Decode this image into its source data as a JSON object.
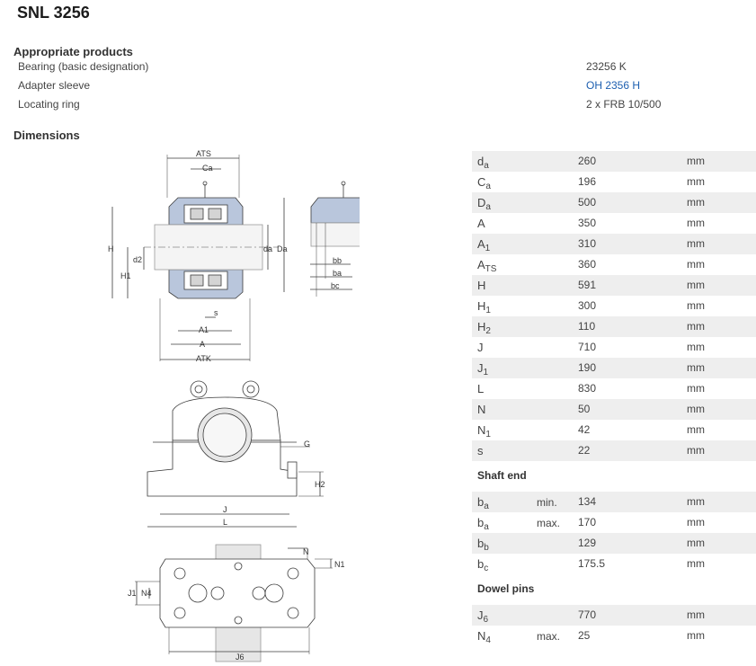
{
  "title": "SNL 3256",
  "appropriate_products": {
    "heading": "Appropriate products",
    "rows": [
      {
        "label": "Bearing (basic designation)",
        "value": "23256 K",
        "link": false
      },
      {
        "label": "Adapter sleeve",
        "value": "OH 2356 H",
        "link": true
      },
      {
        "label": "Locating ring",
        "value": "2 x FRB 10/500",
        "link": false
      }
    ]
  },
  "dimensions": {
    "heading": "Dimensions",
    "rows": [
      {
        "sym": "d",
        "sub": "a",
        "value": "260",
        "unit": "mm"
      },
      {
        "sym": "C",
        "sub": "a",
        "value": "196",
        "unit": "mm"
      },
      {
        "sym": "D",
        "sub": "a",
        "value": "500",
        "unit": "mm"
      },
      {
        "sym": "A",
        "sub": "",
        "value": "350",
        "unit": "mm"
      },
      {
        "sym": "A",
        "sub": "1",
        "value": "310",
        "unit": "mm"
      },
      {
        "sym": "A",
        "sub": "TS",
        "value": "360",
        "unit": "mm"
      },
      {
        "sym": "H",
        "sub": "",
        "value": "591",
        "unit": "mm"
      },
      {
        "sym": "H",
        "sub": "1",
        "value": "300",
        "unit": "mm"
      },
      {
        "sym": "H",
        "sub": "2",
        "value": "110",
        "unit": "mm"
      },
      {
        "sym": "J",
        "sub": "",
        "value": "710",
        "unit": "mm"
      },
      {
        "sym": "J",
        "sub": "1",
        "value": "190",
        "unit": "mm"
      },
      {
        "sym": "L",
        "sub": "",
        "value": "830",
        "unit": "mm"
      },
      {
        "sym": "N",
        "sub": "",
        "value": "50",
        "unit": "mm"
      },
      {
        "sym": "N",
        "sub": "1",
        "value": "42",
        "unit": "mm"
      },
      {
        "sym": "s",
        "sub": "",
        "value": "22",
        "unit": "mm"
      }
    ]
  },
  "shaft_end": {
    "heading": "Shaft end",
    "rows": [
      {
        "sym": "b",
        "sub": "a",
        "qual": "min.",
        "value": "134",
        "unit": "mm"
      },
      {
        "sym": "b",
        "sub": "a",
        "qual": "max.",
        "value": "170",
        "unit": "mm"
      },
      {
        "sym": "b",
        "sub": "b",
        "qual": "",
        "value": "129",
        "unit": "mm"
      },
      {
        "sym": "b",
        "sub": "c",
        "qual": "",
        "value": "175.5",
        "unit": "mm"
      }
    ]
  },
  "dowel_pins": {
    "heading": "Dowel pins",
    "rows": [
      {
        "sym": "J",
        "sub": "6",
        "qual": "",
        "value": "770",
        "unit": "mm"
      },
      {
        "sym": "N",
        "sub": "4",
        "qual": "max.",
        "value": "25",
        "unit": "mm"
      }
    ]
  },
  "drawing_labels": {
    "ats": "ATS",
    "ca": "Ca",
    "h": "H",
    "h1": "H1",
    "d2": "d2",
    "da": "da",
    "Da": "Da",
    "s": "s",
    "a1": "A1",
    "a": "A",
    "atk": "ATK",
    "bb": "bb",
    "ba": "ba",
    "bc": "bc",
    "g": "G",
    "h2": "H2",
    "j": "J",
    "l": "L",
    "n": "N",
    "n1": "N1",
    "j1": "J1",
    "n4": "N4",
    "j6": "J6"
  },
  "colors": {
    "housing_fill": "#b9c6dc",
    "housing_stroke": "#3b3b3b",
    "link": "#1d5fb0",
    "row_shade": "#eeeeee"
  }
}
